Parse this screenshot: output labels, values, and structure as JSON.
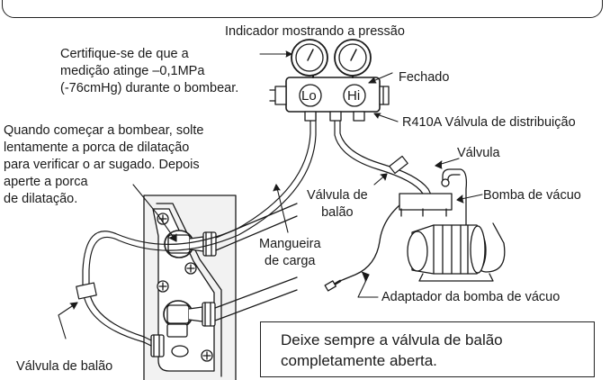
{
  "labels": {
    "gauge_indicator": "Indicador mostrando a pressão",
    "certify": [
      "Certifique-se de que a",
      "medição atinge –0,1MPa",
      "(-76cmHg) durante o bombear."
    ],
    "closed": "Fechado",
    "manifold": "R410A Válvula de distribuição",
    "pump_instruction": [
      "Quando começar a bombear, solte",
      "lentamente a porca de dilatação",
      "para verificar o ar sugado. Depois",
      "aperte a porca",
      "de dilatação."
    ],
    "valve": "Válvula",
    "ball_valve_center": [
      "Válvula de",
      "balão"
    ],
    "vacuum_pump": "Bomba de vácuo",
    "charge_hose": [
      "Mangueira",
      "de carga"
    ],
    "pump_adapter": "Adaptador da bomba de vácuo",
    "ball_valve_bottom": "Válvula de balão",
    "gauge_lo": "Lo",
    "gauge_hi": "Hi"
  },
  "note": [
    "Deixe sempre a válvula de balão",
    "completamente aberta."
  ]
}
